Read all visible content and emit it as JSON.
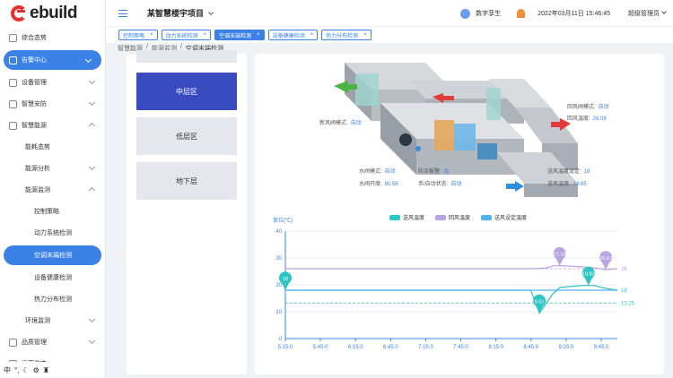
{
  "brand": {
    "logo_text": "ebuild"
  },
  "header": {
    "project": "某智慧楼宇项目",
    "twin_label": "数字孪生",
    "datetime": "2022年03月11日 15:46:45",
    "user": "超级管理员"
  },
  "sidebar": {
    "items": [
      {
        "label": "综合态势"
      },
      {
        "label": "告警中心"
      },
      {
        "label": "设备管理"
      },
      {
        "label": "智慧安防"
      },
      {
        "label": "智慧能源"
      },
      {
        "label": "能耗态势"
      },
      {
        "label": "能源分析"
      },
      {
        "label": "能源监测"
      },
      {
        "label": "控制策略"
      },
      {
        "label": "动力系统检测"
      },
      {
        "label": "空调末端检测"
      },
      {
        "label": "设备健康检测"
      },
      {
        "label": "热力分布检测"
      },
      {
        "label": "环境监测"
      },
      {
        "label": "品质管理"
      },
      {
        "label": "运营监查"
      }
    ],
    "footer": "中"
  },
  "tabs": [
    {
      "label": "控制策略"
    },
    {
      "label": "动力系统检测"
    },
    {
      "label": "空调末端检测"
    },
    {
      "label": "设备健康检测"
    },
    {
      "label": "热力分布检测"
    }
  ],
  "breadcrumb": [
    "智慧能源",
    "能源监测",
    "空调末端检测"
  ],
  "zones": [
    "中层区",
    "低层区",
    "地下层"
  ],
  "diagram": {
    "fresh_valve_label": "新风阀模式:",
    "fresh_valve_value": "自动",
    "return_valve_label": "回风阀模式:",
    "return_valve_value": "自动",
    "return_temp_label": "回风温度:",
    "return_temp_value": "26.08",
    "water_valve_mode_label": "水阀模式:",
    "water_valve_mode_value": "自动",
    "antifreeze_label": "防冻报警:",
    "antifreeze_value": "无",
    "supply_setpoint_label": "送风温度设定:",
    "supply_setpoint_value": "18",
    "water_valve_open_label": "水阀开度:",
    "water_valve_open_value": "80.56",
    "manual_auto_label": "手/自动状态:",
    "manual_auto_value": "自动",
    "supply_temp_label": "送风温度:",
    "supply_temp_value": "13.65"
  },
  "chart_data": {
    "type": "line",
    "ylabel": "单位(℃)",
    "ylim": [
      0,
      40
    ],
    "yticks": [
      0,
      10,
      20,
      30,
      40
    ],
    "xticks": [
      "5:15:0",
      "5:45:0",
      "6:15:0",
      "6:45:0",
      "7:15:0",
      "7:45:0",
      "8:15:0",
      "8:45:0",
      "9:15:0",
      "9:45:0"
    ],
    "series": [
      {
        "name": "送风温度",
        "color": "#2ec4c4",
        "x": [
          0,
          0.8,
          1.6,
          2.4,
          3.2,
          4.0,
          4.8,
          5.6,
          6.4,
          7.2,
          8.0,
          8.35,
          8.8,
          9.3,
          9.8,
          10.6,
          11.4,
          12.2,
          13.0,
          13.8,
          14.6,
          15.4,
          16.2,
          17.0,
          17.6,
          18.0,
          18.5,
          19.0,
          19.5,
          20.0,
          20.5,
          21.0,
          21.4,
          21.8,
          22.4,
          23.0
        ],
        "values": [
          18,
          18,
          18,
          18,
          18,
          18,
          18,
          18,
          18,
          18,
          18,
          18,
          18,
          18,
          18,
          18,
          18,
          18,
          18,
          18,
          18,
          18,
          18,
          18,
          9.51,
          12.5,
          16.5,
          19.0,
          19.3,
          19.5,
          19.7,
          19.82,
          19.7,
          19.2,
          18.5,
          18
        ]
      },
      {
        "name": "回风温度",
        "color": "#b9a3e3",
        "x": [
          0,
          2.0,
          4.0,
          6.0,
          8.0,
          10.0,
          12.0,
          14.0,
          16.0,
          17.0,
          18.0,
          18.6,
          19.0,
          19.6,
          20.5,
          21.5,
          22.2,
          23.0
        ],
        "values": [
          26,
          26,
          26,
          26,
          26,
          26,
          26,
          26,
          26,
          26,
          26.2,
          27.1,
          27.13,
          27.0,
          26.7,
          26.3,
          25.67,
          26
        ]
      },
      {
        "name": "送风设定温度",
        "color": "#4fb5ec",
        "x": [
          0,
          23.0
        ],
        "values": [
          18,
          18
        ]
      }
    ],
    "reference_lines": [
      {
        "value": 26,
        "label": "26",
        "color": "#b9a3e3"
      },
      {
        "value": 18,
        "label": "18",
        "color": "#2ec4c4"
      },
      {
        "value": 13.25,
        "label": "13.25",
        "color": "#2ec4c4"
      }
    ],
    "markers": [
      {
        "series": "送风温度",
        "x": 0,
        "value": 18,
        "label": "18"
      },
      {
        "series": "送风温度",
        "x": 17.6,
        "value": 9.51,
        "label": "9.51"
      },
      {
        "series": "送风温度",
        "x": 21.0,
        "value": 19.82,
        "label": "19.82"
      },
      {
        "series": "回风温度",
        "x": 19.0,
        "value": 27.13,
        "label": "27.13"
      },
      {
        "series": "回风温度",
        "x": 22.2,
        "value": 25.67,
        "label": "25.67"
      }
    ],
    "legend": "top-center",
    "grid": true
  }
}
